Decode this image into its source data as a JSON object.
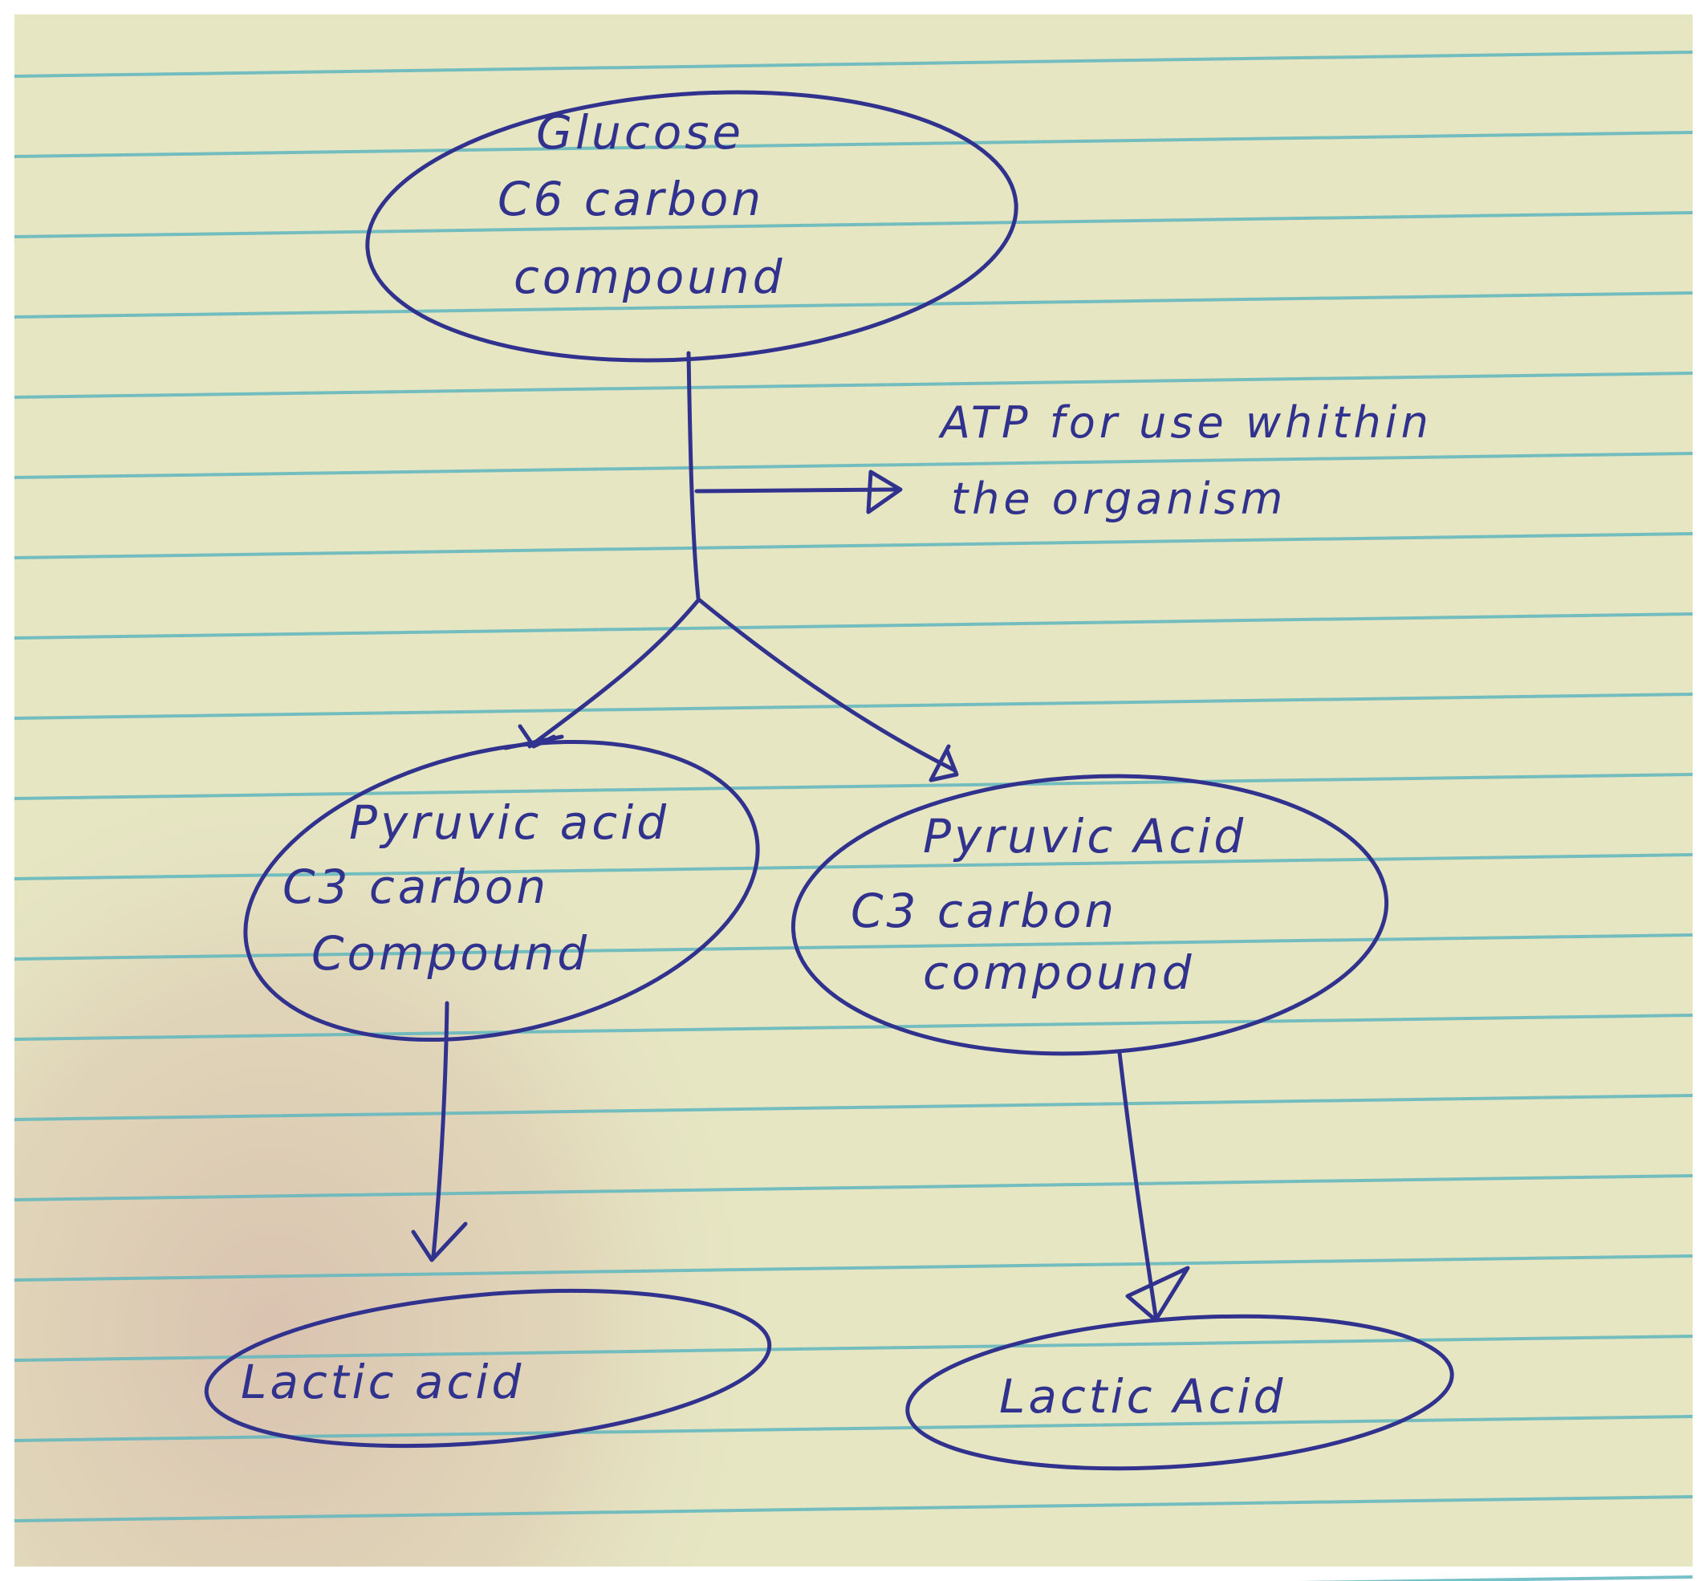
{
  "colors": {
    "paper": "#e6e6c3",
    "paper_shadow": "#dcc7b2",
    "rule_line": "#5fb7bf",
    "ink": "#30328e",
    "frame": "#ffffff"
  },
  "diagram": {
    "nodes": [
      {
        "id": "glucose",
        "lines": [
          "Glucose",
          "C6 carbon",
          "compound"
        ]
      },
      {
        "id": "pyruvic-left",
        "lines": [
          "Pyruvic acid",
          "C3 carbon",
          "Compound"
        ]
      },
      {
        "id": "pyruvic-right",
        "lines": [
          "Pyruvic Acid",
          "C3 carbon",
          "compound"
        ]
      },
      {
        "id": "lactic-left",
        "lines": [
          "Lactic acid"
        ]
      },
      {
        "id": "lactic-right",
        "lines": [
          "Lactic Acid"
        ]
      }
    ],
    "annotation": {
      "lines": [
        "ATP for use whithin",
        "the organism"
      ]
    },
    "edges": [
      {
        "from": "glucose",
        "to": "atp-annotation"
      },
      {
        "from": "glucose",
        "to": "pyruvic-left"
      },
      {
        "from": "glucose",
        "to": "pyruvic-right"
      },
      {
        "from": "pyruvic-left",
        "to": "lactic-left"
      },
      {
        "from": "pyruvic-right",
        "to": "lactic-right"
      }
    ]
  }
}
